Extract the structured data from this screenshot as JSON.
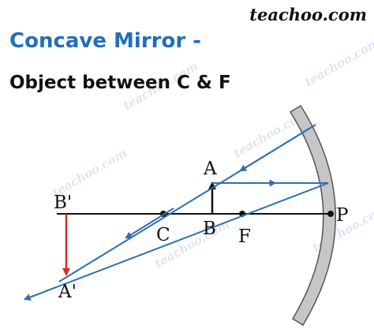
{
  "brand": {
    "name": "teachoo.com"
  },
  "header": {
    "title": "Concave Mirror -",
    "subtitle": "Object between C & F"
  },
  "labels": {
    "a": "A",
    "b": "B",
    "c": "C",
    "f": "F",
    "p": "P",
    "a_prime": "A'",
    "b_prime": "B'"
  },
  "colors": {
    "title": "#2270b4",
    "ray": "#2f6fb2",
    "image_arrow": "#d42c2c",
    "object_arrow": "#111111",
    "axis": "#111111",
    "mirror_fill": "#c6c6c6",
    "mirror_edge": "#555555"
  }
}
